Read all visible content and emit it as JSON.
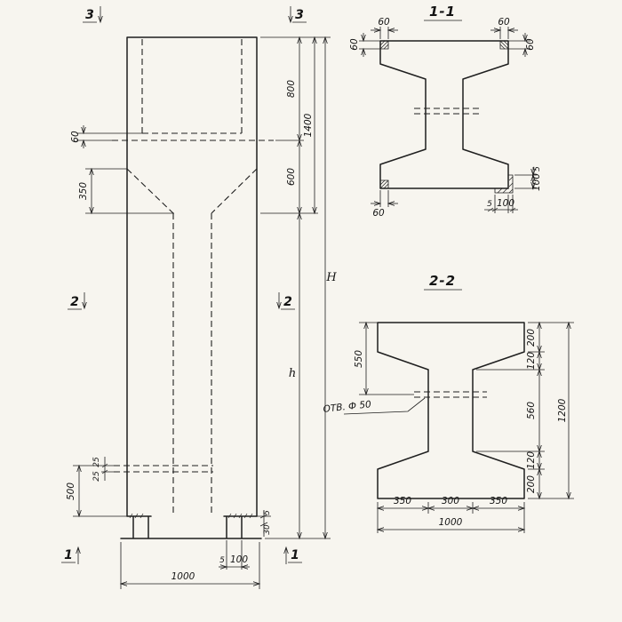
{
  "page": {
    "background": "#f7f5ef",
    "ink": "#1f1f1f"
  },
  "elevation": {
    "markers": {
      "top": "3",
      "middle": "2",
      "bottom": "1"
    },
    "dims": {
      "plate_thickness": "60",
      "recess_depth": "800",
      "head_height": "1400",
      "transition_zone": "600",
      "taper_height": "350",
      "overall_height": "H",
      "shaft_height": "h",
      "base_zone": "500",
      "plate_offset_a": "25",
      "plate_offset_b": "25",
      "foot_lip_a": "5",
      "foot_lip_b": "30",
      "foot_thickness": "5",
      "foot_width": "100",
      "overall_width": "1000"
    }
  },
  "section_1_1": {
    "title": "1-1",
    "dims": {
      "corner_top_left": "60",
      "corner_top_right": "60",
      "corner_left": "60",
      "corner_right": "60",
      "corner_bottom_left": "60",
      "angle_thickness": "5",
      "angle_leg": "100",
      "base_thickness": "5",
      "base_leg": "100"
    }
  },
  "section_2_2": {
    "title": "2-2",
    "hole_label": "ОТВ. Ф 50",
    "dims": {
      "top_to_hole": "550",
      "top_flange": "200",
      "top_taper": "120",
      "web_height": "560",
      "bottom_taper": "120",
      "bottom_flange": "200",
      "overall_height": "1200",
      "bottom_left": "350",
      "bottom_middle": "300",
      "bottom_right": "350",
      "overall_width": "1000"
    }
  }
}
